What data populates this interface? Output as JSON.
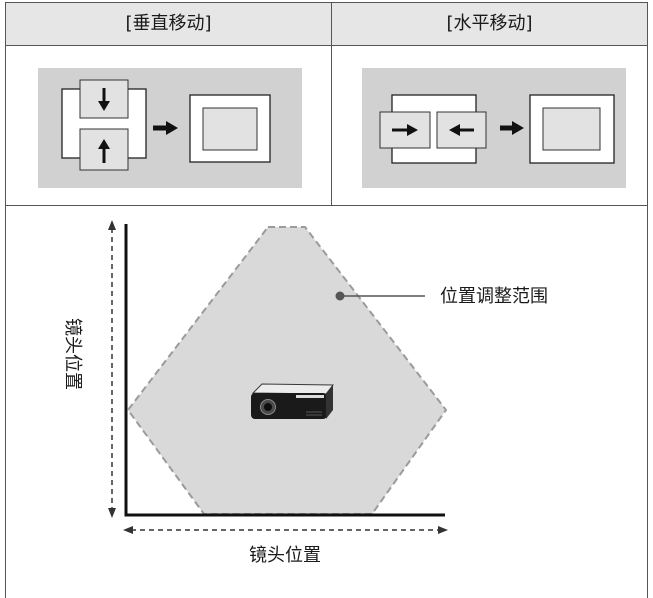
{
  "header": {
    "vertical_shift_label": "[垂直移动]",
    "horizontal_shift_label": "[水平移动]"
  },
  "range_diagram": {
    "range_label": "位置调整范围",
    "vertical_axis_label": "镜头位置",
    "horizontal_axis_label": "镜头位置"
  },
  "colors": {
    "header_background": "#e6e6e6",
    "panel_background": "#d1d1d1",
    "range_fill": "#d9d9d9"
  }
}
